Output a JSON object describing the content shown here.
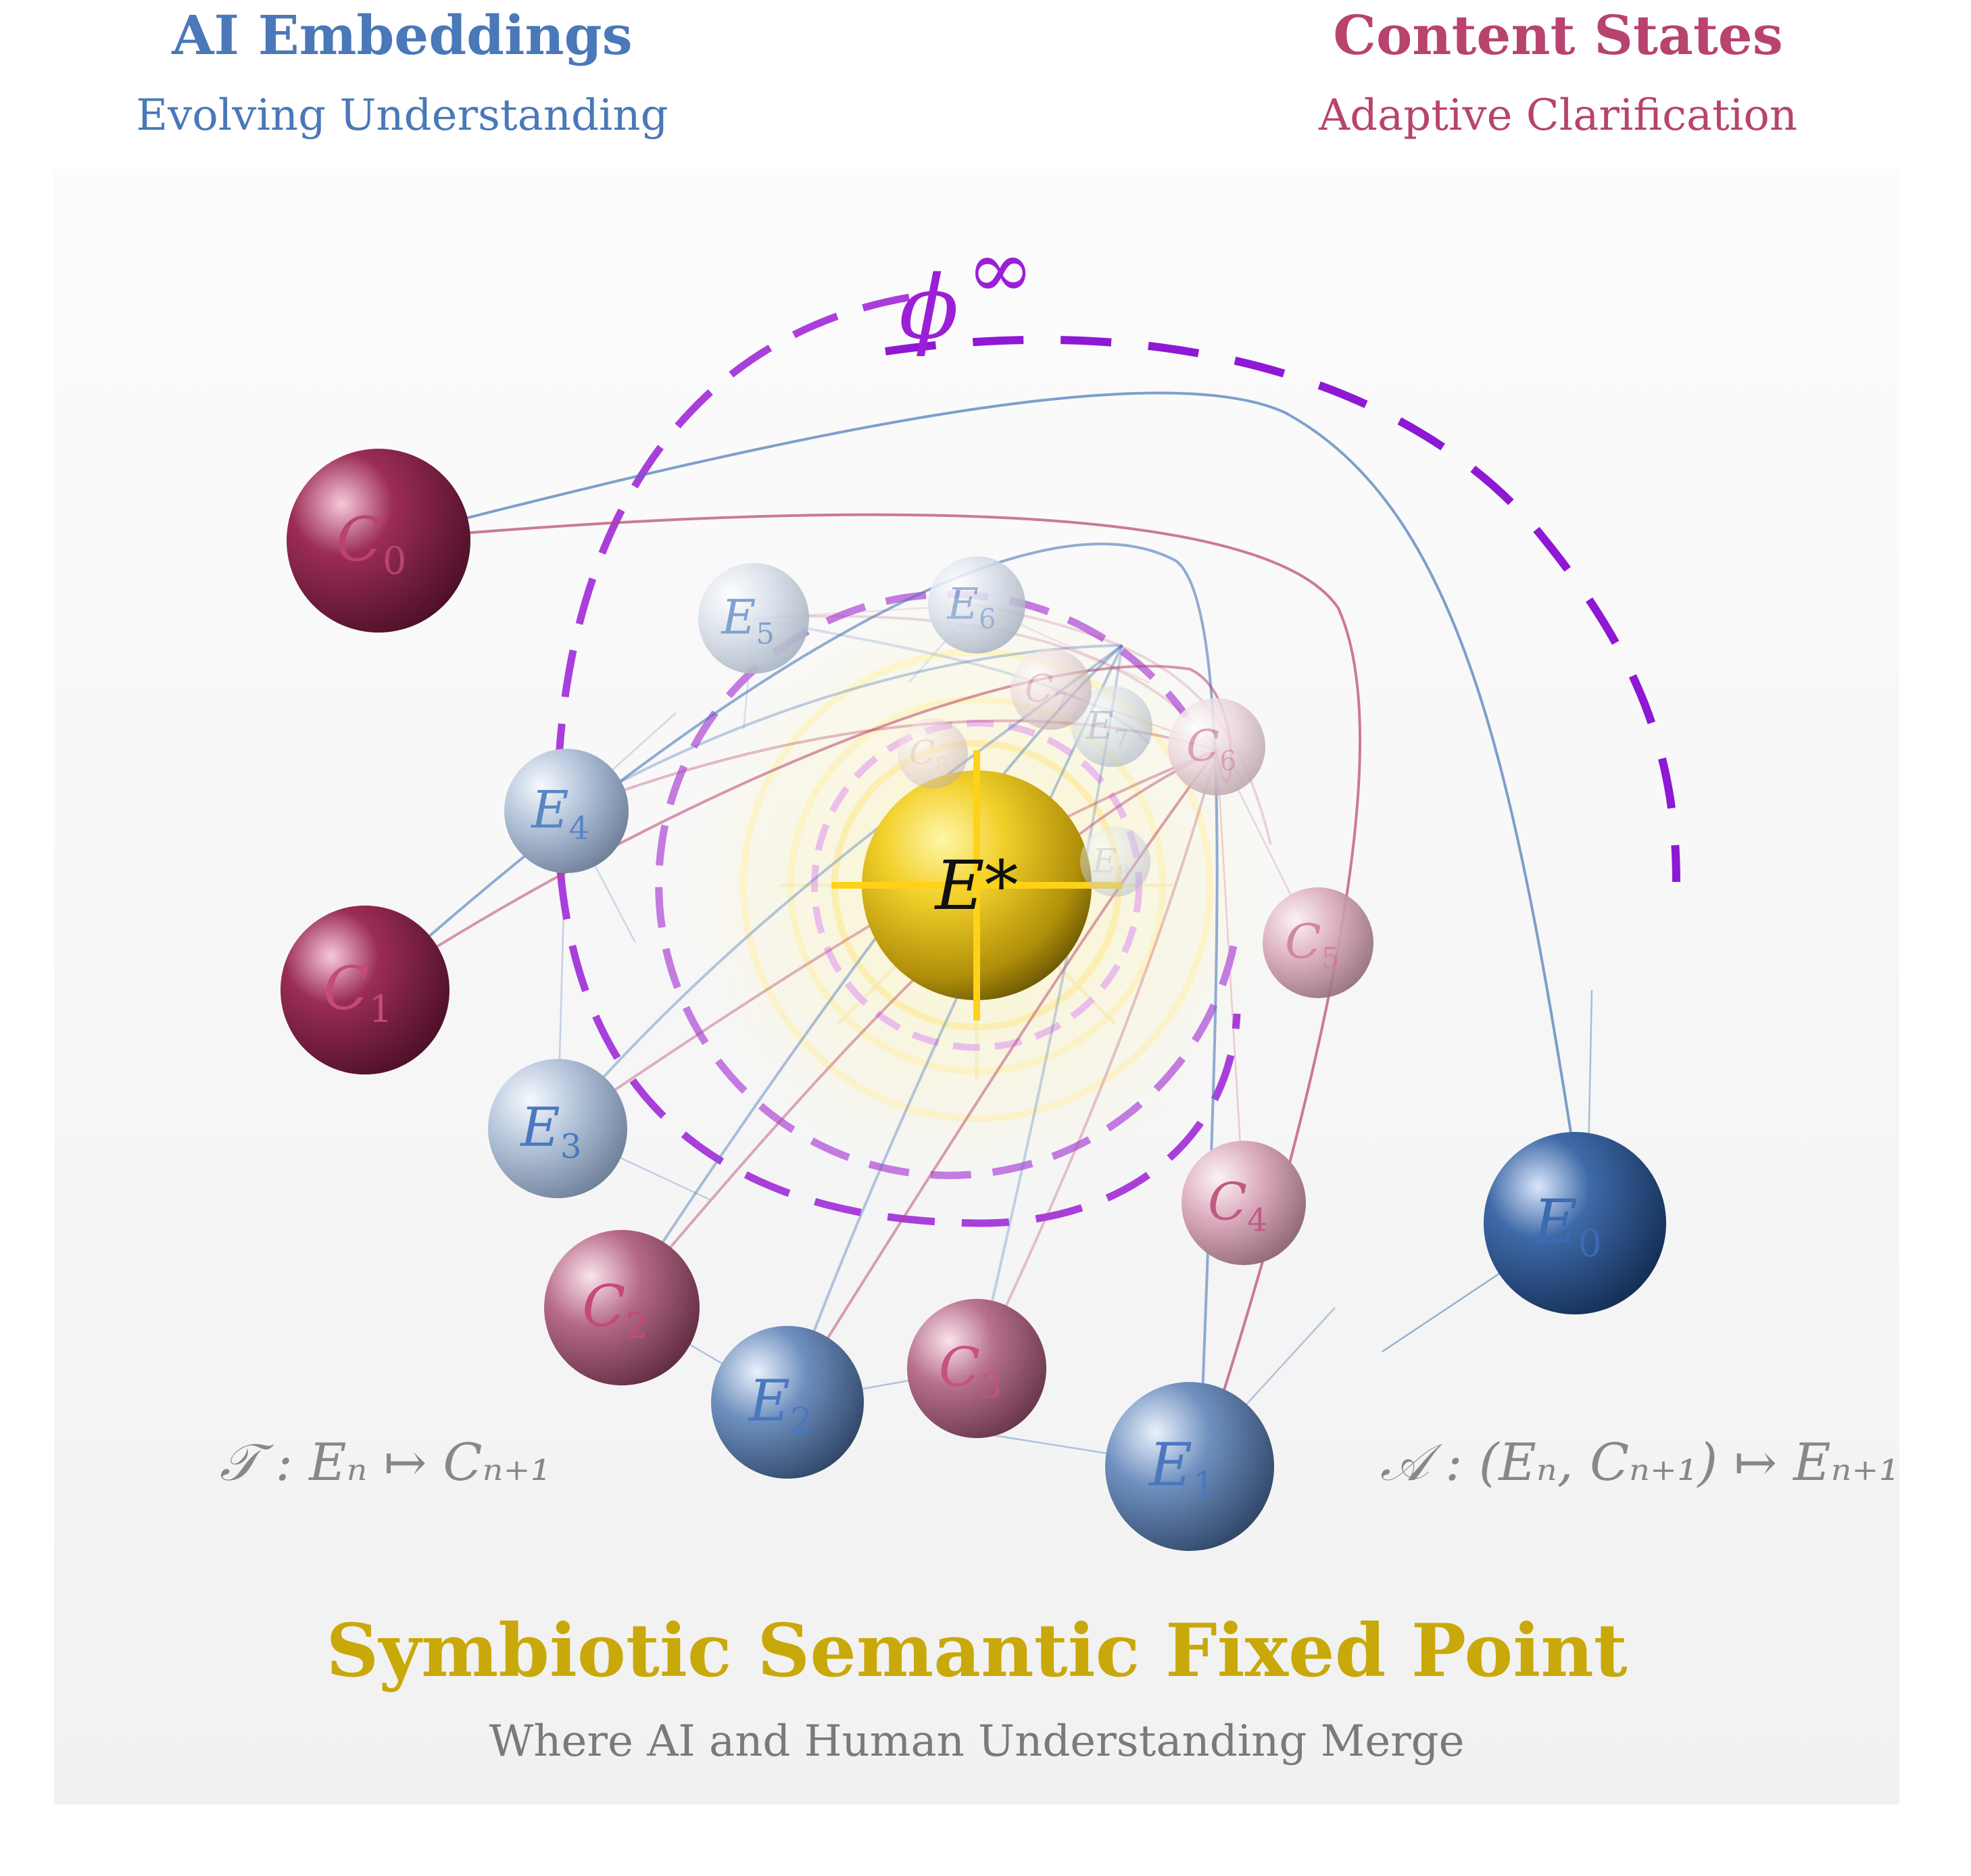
{
  "header_left": {
    "title": "AI Embeddings",
    "subtitle": "Evolving Understanding"
  },
  "header_right": {
    "title": "Content States",
    "subtitle": "Adaptive Clarification"
  },
  "footer": {
    "title": "Symbiotic Semantic Fixed Point",
    "subtitle": "Where AI and Human Understanding Merge"
  },
  "orbit_label": "ϕ",
  "orbit_label_sup": "∞",
  "center": {
    "label": "E*"
  },
  "formula_left": "𝒯 : Eₙ ↦ Cₙ₊₁",
  "formula_right": "𝒜 : (Eₙ, Cₙ₊₁) ↦ Eₙ₊₁",
  "embeddings": [
    {
      "label": "E",
      "sub": "0"
    },
    {
      "label": "E",
      "sub": "1"
    },
    {
      "label": "E",
      "sub": "2"
    },
    {
      "label": "E",
      "sub": "3"
    },
    {
      "label": "E",
      "sub": "4"
    },
    {
      "label": "E",
      "sub": "5"
    },
    {
      "label": "E",
      "sub": "6"
    },
    {
      "label": "E",
      "sub": "7"
    },
    {
      "label": "E",
      "sub": "8"
    }
  ],
  "contents": [
    {
      "label": "C",
      "sub": "0"
    },
    {
      "label": "C",
      "sub": "1"
    },
    {
      "label": "C",
      "sub": "2"
    },
    {
      "label": "C",
      "sub": "3"
    },
    {
      "label": "C",
      "sub": "4"
    },
    {
      "label": "C",
      "sub": "5"
    },
    {
      "label": "C",
      "sub": "6"
    },
    {
      "label": "C",
      "sub": "7"
    },
    {
      "label": "C",
      "sub": "8"
    }
  ],
  "colors": {
    "embedding": "#4a78b8",
    "content": "#b8436f",
    "fixed_point": "#c9a80a",
    "orbit": "#9b1fd6",
    "formula": "#888888",
    "footer_sub": "#7a7a7a"
  }
}
